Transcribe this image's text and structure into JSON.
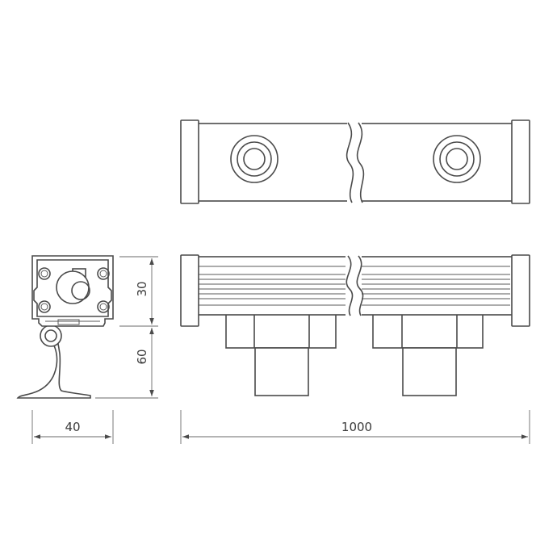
{
  "dimensions": {
    "width_side": "40",
    "height_head": "30",
    "height_bracket": "60",
    "length": "1000"
  }
}
